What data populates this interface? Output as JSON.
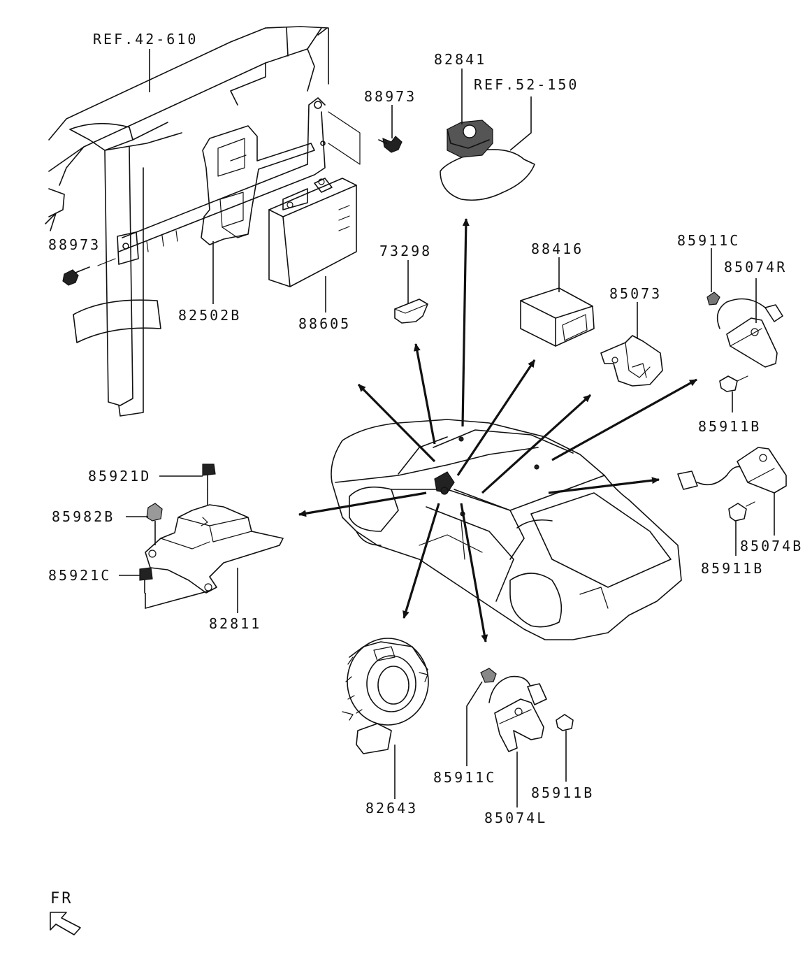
{
  "diagram": {
    "labels": {
      "ref_42_610": "REF.42-610",
      "p82841": "82841",
      "ref_52_150": "REF.52-150",
      "p88973_top": "88973",
      "p88973_left": "88973",
      "p82502b": "82502B",
      "p88605": "88605",
      "p73298": "73298",
      "p88416": "88416",
      "p85073": "85073",
      "p85911c_right": "85911C",
      "p85074r": "85074R",
      "p85911b_right_top": "85911B",
      "p85921d": "85921D",
      "p85982b": "85982B",
      "p85921c": "85921C",
      "p82811": "82811",
      "p85074b": "85074B",
      "p85911b_right_bottom": "85911B",
      "p82643": "82643",
      "p85911c_bottom": "85911C",
      "p85911b_bottom": "85911B",
      "p85074l": "85074L",
      "front_indicator": "FR"
    },
    "icons": [
      "arrow-icon",
      "bolt-icon",
      "clip-icon",
      "connector-icon",
      "front-arrow-icon"
    ]
  }
}
